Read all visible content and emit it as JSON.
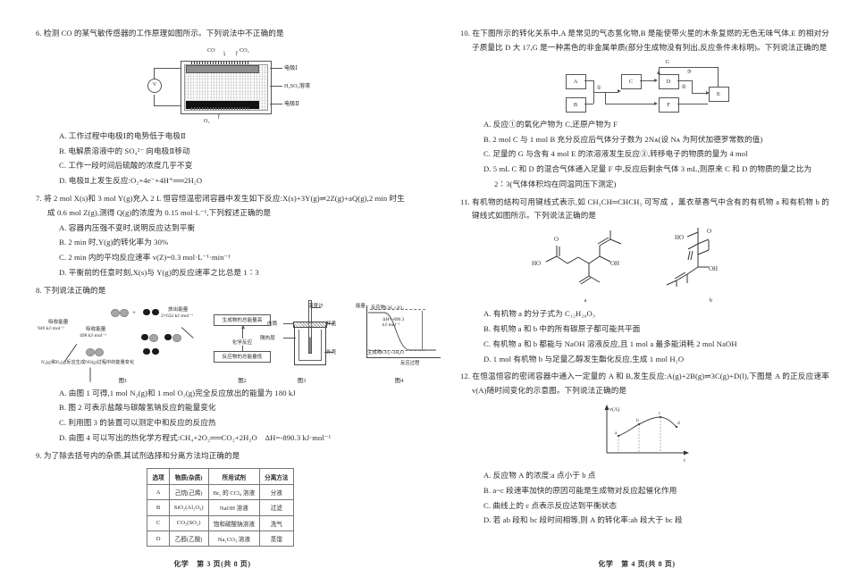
{
  "document": {
    "subject": "化学",
    "left_footer": "化学　第 3 页(共 8 页)",
    "right_footer": "化学　第 4 页(共 8 页)"
  },
  "left_column": {
    "questions": [
      {
        "number": "6.",
        "stem": "6. 检测 CO 的某气敏传感器的工作原理如图所示。下列说法中不正确的是",
        "figure": {
          "name": "co-gas-sensor",
          "labels": {
            "gas_in": "CO",
            "gas_out": "CO₂",
            "electrode_1": "电极Ⅰ",
            "electrolyte": "H₂SO₄溶液",
            "electrode_2": "电极Ⅱ",
            "gas_bottom": "O₂",
            "voltmeter": "V"
          }
        },
        "options": [
          "A. 工作过程中电极Ⅰ的电势低于电极Ⅱ",
          "B. 电解质溶液中的 SO₄²⁻ 向电极Ⅱ移动",
          "C. 工作一段时间后硫酸的浓度几乎不变",
          "D. 电极Ⅱ上发生反应:O₂+4e⁻+4H⁺══2H₂O"
        ]
      },
      {
        "number": "7.",
        "stem": "7. 将 2 mol X(s)和 3 mol Y(g)充入 2 L 恒容恒温密闭容器中发生如下反应:X(s)+3Y(g)⇌2Z(g)+aQ(g),2 min 时生成 0.6 mol Z(g),测得 Q(g)的浓度为 0.15 mol·L⁻¹,下列叙述正确的是",
        "options": [
          "A. 容器内压强不变时,说明反应达到平衡",
          "B. 2 min 时,Y(g)的转化率为 30%",
          "C. 2 min 内的平均反应速率 v(Z)=0.3 mol·L⁻¹·min⁻¹",
          "D. 平衡前的任意时刻,X(s)与 Y(g)的反应速率之比总是 1∶3"
        ]
      },
      {
        "number": "8.",
        "stem": "8. 下列说法正确的是",
        "figures": {
          "fig1": {
            "caption": "图1",
            "absorb_1": "吸收能量",
            "absorb_1_val": "946 kJ·mol⁻¹",
            "absorb_2": "吸收能量",
            "absorb_2_val": "498 kJ·mol⁻¹",
            "release": "放出能量",
            "release_val": "2×632 kJ·mol⁻¹",
            "plus": "+",
            "subcaption": "N₂(g)和O₂(g)反应生成NO(g)过程中的能量变化"
          },
          "fig2": {
            "caption": "图2",
            "top_box": "生成物的总能量高",
            "mid_label": "化学反应",
            "bottom_box": "反应物的总能量低"
          },
          "fig3": {
            "caption": "图3",
            "thermometer": "温度计",
            "inner_cup": "内筒",
            "insulation": "隔热层",
            "cup_lid": "杯盖",
            "outer_shell": "外壳"
          },
          "fig4": {
            "caption": "图4",
            "y_axis": "能量",
            "x_axis": "反应过程",
            "reactants": "反应物CH₄+2O₂",
            "products": "生成物CO₂+2H₂O",
            "delta_h": "ΔH=-890.3 kJ·mol⁻¹"
          }
        },
        "options": [
          "A. 由图 1 可得,1 mol N₂(g)和 1 mol O₂(g)完全反应放出的能量为 180 kJ",
          "B. 图 2 可表示盐酸与碳酸氢钠反应的能量变化",
          "C. 利用图 3 的装置可以测定中和反应的反应热",
          "D. 由图 4 可以写出的热化学方程式:CH₄+2O₂══CO₂+2H₂O　ΔH=-890.3 kJ·mol⁻¹"
        ]
      },
      {
        "number": "9.",
        "stem": "9. 为了除去括号内的杂质,其试剂选择和分离方法均正确的是",
        "table": {
          "headers": [
            "选项",
            "物质(杂质)",
            "所用试剂",
            "分离方法"
          ],
          "rows": [
            [
              "A",
              "己烷(己烯)",
              "Br₂ 的 CCl₄ 溶液",
              "分液"
            ],
            [
              "B",
              "SiO₂(Al₂O₃)",
              "NaOH 溶液",
              "过滤"
            ],
            [
              "C",
              "CO₂(SO₂)",
              "饱和碳酸钠溶液",
              "洗气"
            ],
            [
              "D",
              "乙醇(乙酸)",
              "Na₂CO₃ 溶液",
              "蒸馏"
            ]
          ]
        }
      }
    ]
  },
  "right_column": {
    "questions": [
      {
        "number": "10.",
        "stem": "10. 在下图所示的转化关系中,A 是常见的气态氢化物,B 是能使带火星的木条复燃的无色无味气体,E 的相对分子质量比 D 大 17,G 是一种黑色的非金属单质(部分生成物没有列出,反应条件未标明)。下列说法正确的是",
        "figure": {
          "name": "transformation-flow-chart",
          "nodes": [
            "A",
            "B",
            "C",
            "D",
            "E",
            "F",
            "G"
          ],
          "reaction_labels": [
            "①",
            "②",
            "③"
          ]
        },
        "options": [
          "A. 反应①的氧化产物为 C,还原产物为 F",
          "B. 2 mol C 与 1 mol B 充分反应后气体分子数为 2Nᴀ(设 Nᴀ 为阿伏加德罗常数的值)",
          "C. 足量的 G 与含有 4 mol E 的浓溶液发生反应③,转移电子的物质的量为 4 mol",
          "D. 5 mL C 和 D 的混合气体通入足量 F 中,反应后剩余气体 3 mL,则原来 C 和 D 的物质的量之比为 2∶3(气体体积均在同温同压下测定)"
        ]
      },
      {
        "number": "11.",
        "stem": "11. 有机物的结构可用键线式表示,如 CH₃CH═CHCH₃ 可写成 ，薰衣草香气中含有的有机物 a 和有机物 b 的键线式如图所示。下列说法正确的是",
        "figure": {
          "name": "skeletal-formulas",
          "label_a": "a",
          "label_b": "b",
          "groups": [
            "HO",
            "O",
            "OH"
          ]
        },
        "options": [
          "A. 有机物 a 的分子式为 C₁₂H₂₀O₃",
          "B. 有机物 a 和 b 中的所有碳原子都可能共平面",
          "C. 有机物 a 和 b 都能与 NaOH 溶液反应,且 1 mol a 最多能消耗 2 mol NaOH",
          "D. 1 mol 有机物 b 与足量乙醇发生酯化反应,生成 1 mol H₂O"
        ]
      },
      {
        "number": "12.",
        "stem": "12. 在恒温恒容的密闭容器中通入一定量的 A 和 B,发生反应:A(g)+2B(g)⇌3C(g)+D(l),下图是 A 的正反应速率 v(A)随时间变化的示意图。下列说法正确的是",
        "options": [
          "A. 反应物 A 的浓度:a 点小于 b 点",
          "B. a~c 段速率加快的原因可能是生成物对反应起催化作用",
          "C. 曲线上的 c 点表示反应达到平衡状态",
          "D. 若 ab 段和 bc 段时间相等,则 A 的转化率:ab 段大于 bc 段"
        ]
      }
    ]
  },
  "chart_data": {
    "type": "line",
    "title": "",
    "ylabel": "v(A)",
    "xlabel": "t",
    "grid": false,
    "legend": null,
    "annotations": [
      "a",
      "b",
      "c",
      "d"
    ],
    "points": [
      {
        "label": "a",
        "x": 1.0,
        "y": 1.4
      },
      {
        "label": "b",
        "x": 2.2,
        "y": 2.6
      },
      {
        "label": "c",
        "x": 3.6,
        "y": 3.4
      },
      {
        "label": "d",
        "x": 4.7,
        "y": 2.7
      }
    ],
    "xlim": [
      0,
      5.6
    ],
    "ylim": [
      0,
      4.0
    ],
    "dashed_droplines_at": [
      "a",
      "b",
      "c"
    ]
  }
}
